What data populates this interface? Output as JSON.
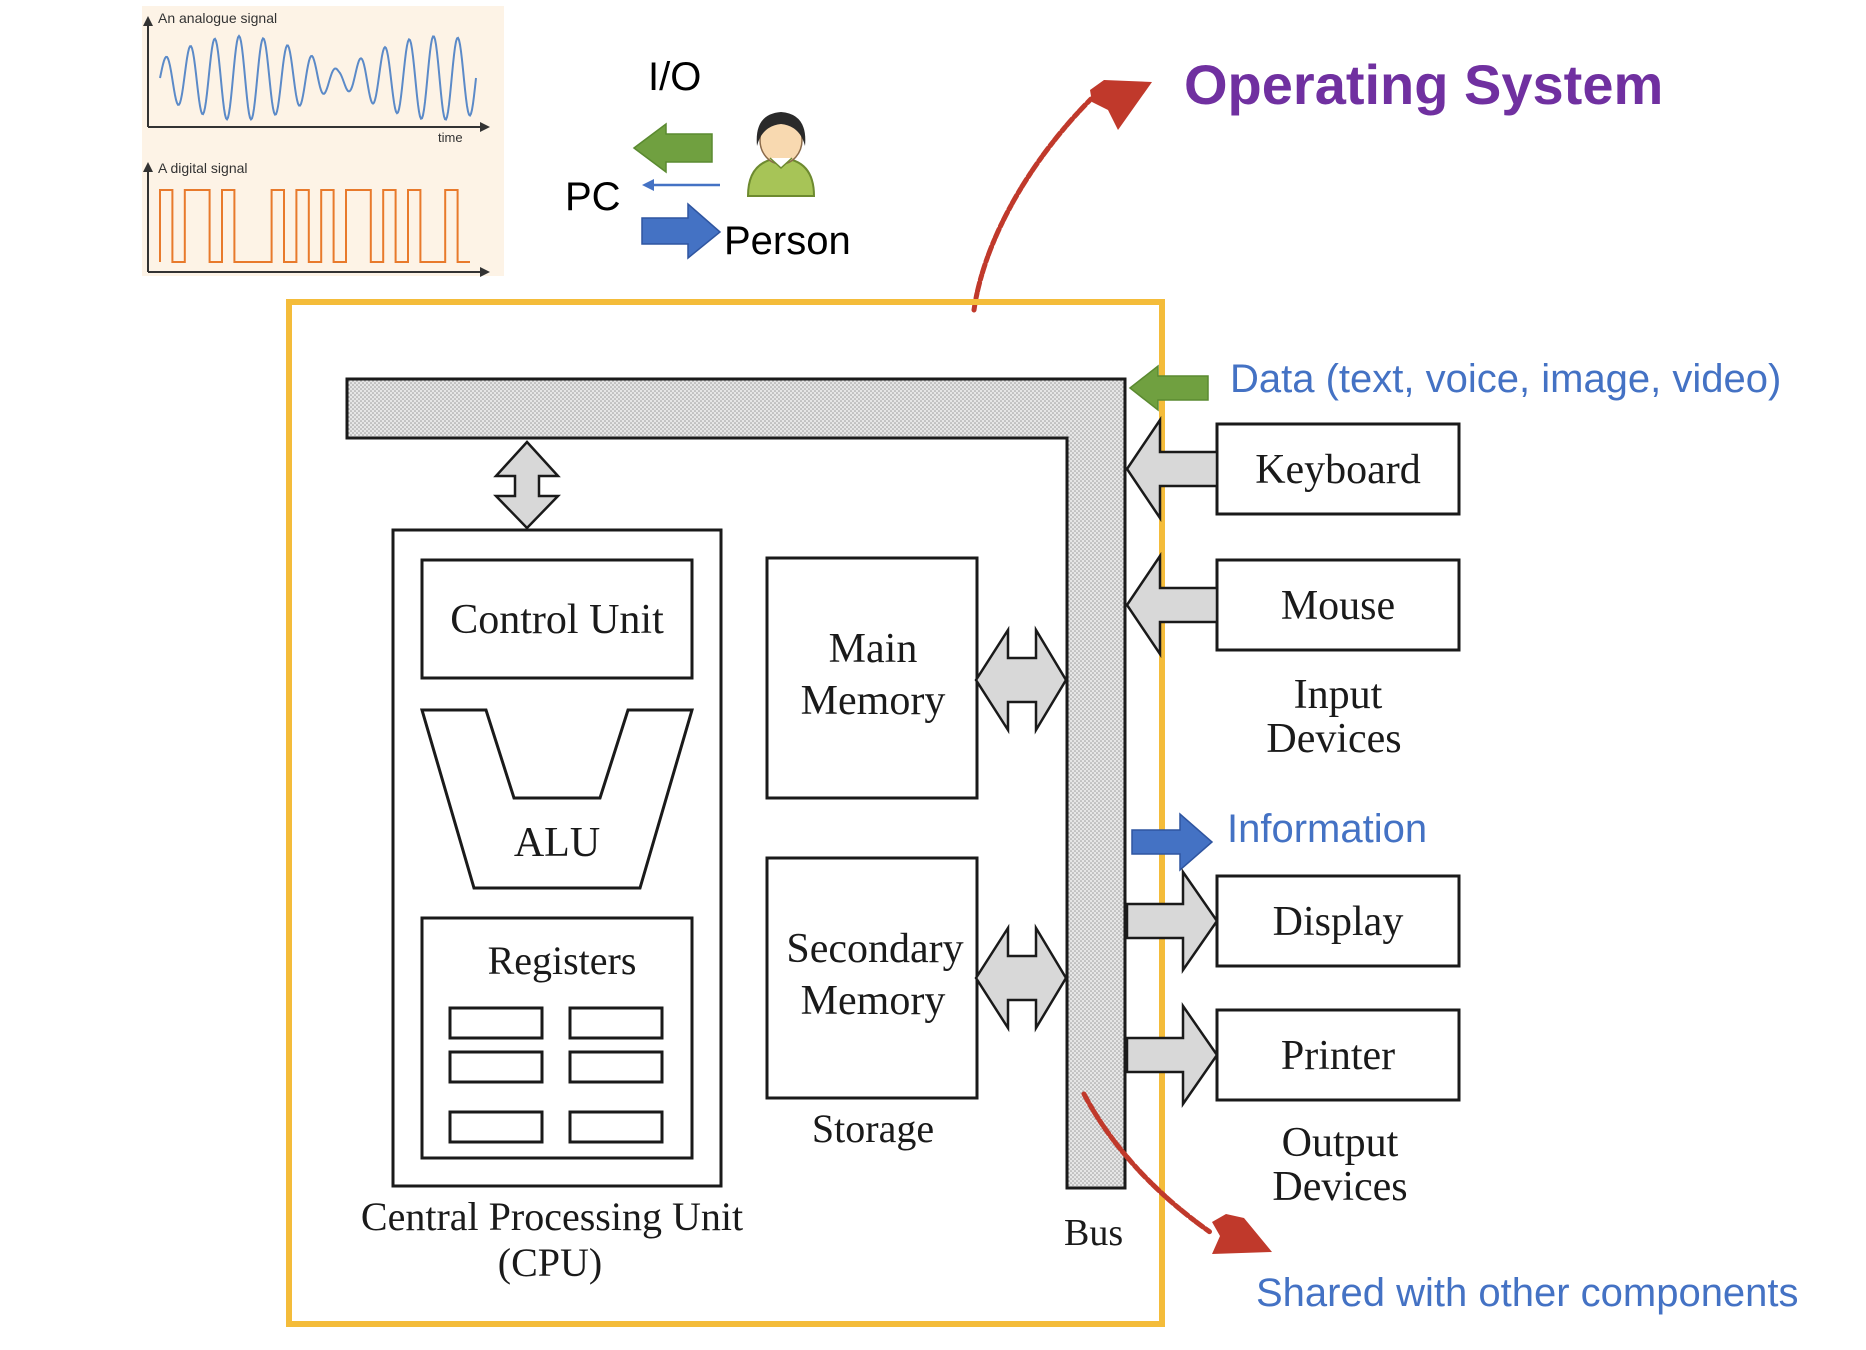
{
  "inset": {
    "analogue_label": "An analogue signal",
    "time_label": "time",
    "digital_label": "A digital signal"
  },
  "io": {
    "io_label": "I/O",
    "pc_label": "PC",
    "person_label": "Person"
  },
  "annotations": {
    "operating_system": "Operating System",
    "data": "Data (text, voice, image, video)",
    "information": "Information",
    "shared": "Shared with other components"
  },
  "diagram": {
    "control_unit": "Control Unit",
    "alu": "ALU",
    "registers": "Registers",
    "cpu_line1": "Central Processing Unit",
    "cpu_line2": "(CPU)",
    "main_memory_line1": "Main",
    "main_memory_line2": "Memory",
    "secondary_memory_line1": "Secondary",
    "secondary_memory_line2": "Memory",
    "storage": "Storage",
    "bus": "Bus",
    "keyboard": "Keyboard",
    "mouse": "Mouse",
    "input_devices_line1": "Input",
    "input_devices_line2": "Devices",
    "display": "Display",
    "printer": "Printer",
    "output_devices_line1": "Output",
    "output_devices_line2": "Devices"
  },
  "colors": {
    "os_purple": "#7030a0",
    "annotation_blue": "#4472c4",
    "arrow_green": "#70a040",
    "arrow_blue": "#4472c4",
    "highlight_frame": "#f4bc3a",
    "curved_arrow_red": "#c0392b",
    "inset_bg": "#fdf3e6",
    "analogue_wave": "#5b8ac8",
    "digital_wave": "#e87a2c"
  },
  "icons": [
    "person-icon",
    "left-arrow-green-icon",
    "right-arrow-blue-icon"
  ]
}
